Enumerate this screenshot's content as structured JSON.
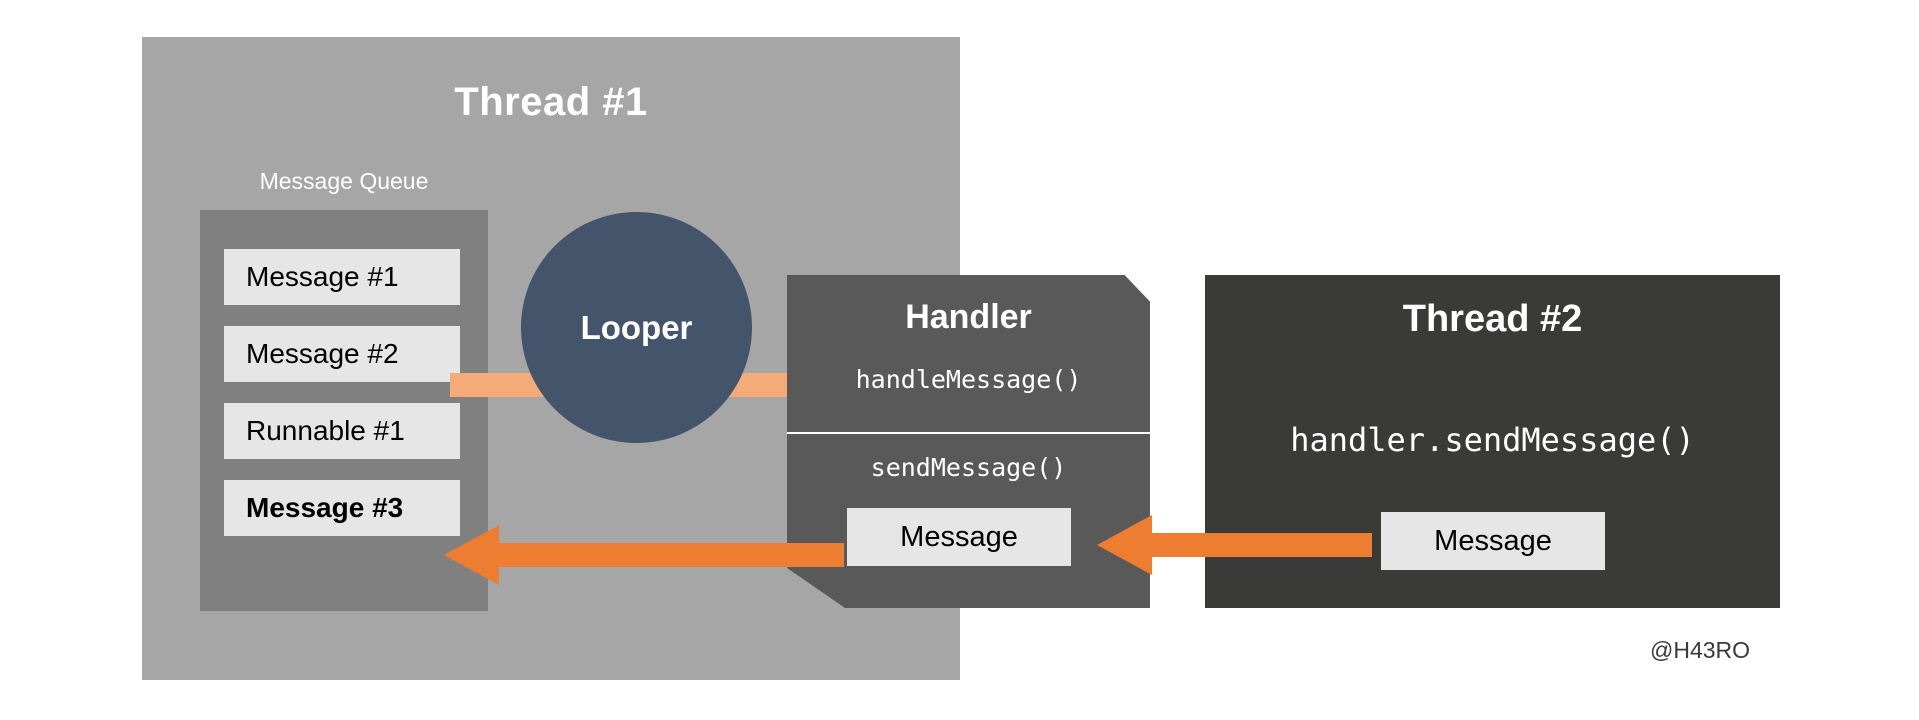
{
  "diagram": {
    "title": "Android Handler / Looper / MessageQueue diagram",
    "watermark": "@H43RO",
    "colors": {
      "thread1_panel": "#a6a6a6",
      "queue_box": "#808080",
      "item_box": "#e6e6e6",
      "looper_circle": "#44546a",
      "handler_box": "#595959",
      "thread2_box": "#3a3a38",
      "arrow_light": "#f4ab79",
      "arrow_strong": "#ed7d31",
      "text_light": "#ffffff",
      "text_dark": "#000000"
    }
  },
  "thread1": {
    "title": "Thread #1",
    "queue": {
      "label": "Message Queue",
      "items": [
        {
          "label": "Message #1",
          "bold": false
        },
        {
          "label": "Message #2",
          "bold": false
        },
        {
          "label": "Runnable #1",
          "bold": false
        },
        {
          "label": "Message #3",
          "bold": true
        }
      ]
    },
    "looper": {
      "label": "Looper"
    }
  },
  "handler": {
    "title": "Handler",
    "method_top": "handleMessage()",
    "method_bottom": "sendMessage()",
    "message_box": "Message"
  },
  "thread2": {
    "title": "Thread #2",
    "call": "handler.sendMessage()",
    "message_box": "Message"
  },
  "arrows": [
    {
      "id": "queue-to-looper",
      "label": "message dequeued toward Looper",
      "color": "#f4ab79",
      "direction": "right"
    },
    {
      "id": "looper-to-handler",
      "label": "Looper dispatches to handleMessage()",
      "color": "#f4ab79",
      "direction": "right"
    },
    {
      "id": "handler-to-queue",
      "label": "sendMessage() enqueues Message #3",
      "color": "#ed7d31",
      "direction": "left"
    },
    {
      "id": "thread2-to-handler",
      "label": "Thread #2 posts Message to Handler",
      "color": "#ed7d31",
      "direction": "left"
    }
  ]
}
